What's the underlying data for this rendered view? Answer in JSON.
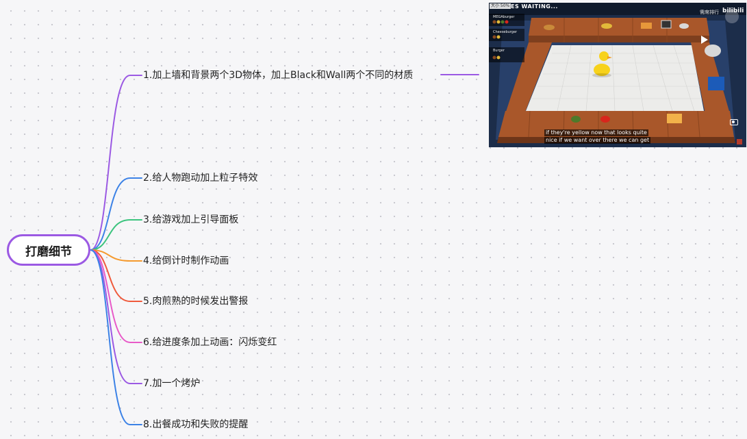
{
  "central_topic": "打磨细节",
  "branches": [
    {
      "label": "1.加上墙和背景两个3D物体，加上Black和Wall两个不同的材质",
      "color": "#9b59e3"
    },
    {
      "label": "2.给人物跑动加上粒子特效",
      "color": "#3c82e6"
    },
    {
      "label": "3.给游戏加上引导面板",
      "color": "#3cc47e"
    },
    {
      "label": "4.给倒计时制作动画",
      "color": "#f59a2e"
    },
    {
      "label": "5.肉煎熟的时候发出警报",
      "color": "#ef5a3c"
    },
    {
      "label": "6.给进度条加上动画：闪烁变红",
      "color": "#e85ac8"
    },
    {
      "label": "7.加一个烤炉",
      "color": "#9b59e3"
    },
    {
      "label": "8.出餐成功和失败的提醒",
      "color": "#3c82e6"
    }
  ],
  "image_attachment": {
    "zoom_label": "大小 50%",
    "header_text": "ES WAITING...",
    "rank_text": "需席排行",
    "brand_text": "bilibili",
    "orders": [
      "MEGAburger",
      "Cheeseburger",
      "Burger"
    ],
    "subtitle_line1": "if they're yellow now that looks quite",
    "subtitle_line2": "nice if we want over there we can get"
  }
}
